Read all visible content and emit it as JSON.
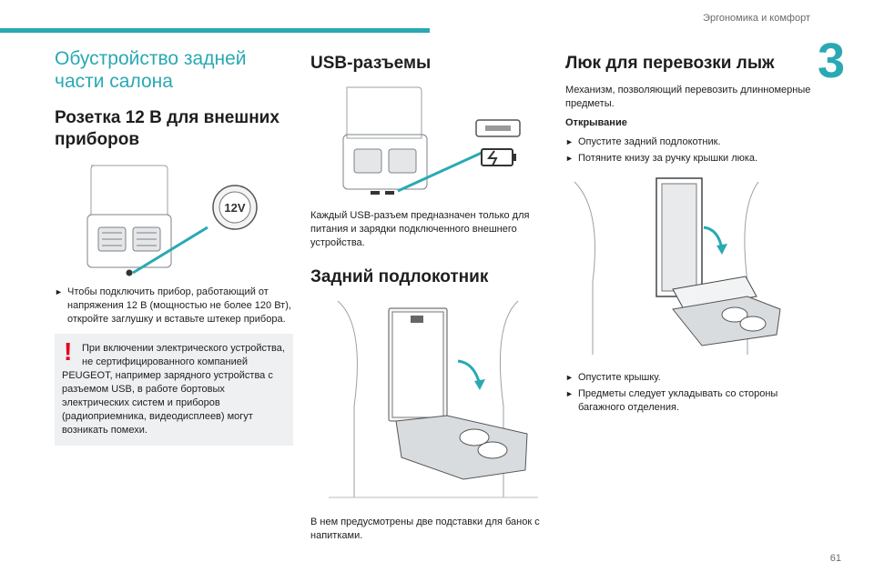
{
  "header": {
    "section": "Эргономика и комфорт",
    "chapter": "3"
  },
  "col1": {
    "main_title": "Обустройство задней части салона",
    "socket_title": "Розетка 12 В для внешних приборов",
    "socket_label": "12V",
    "socket_step": "Чтобы подключить прибор, работающий от напряжения 12 В (мощностью не более 120 Вт), откройте заглушку и вставьте штекер прибора.",
    "warning_line1": "При включении электрического устройства, не сертифицированного компанией",
    "warning_rest": "PEUGEOT, например зарядного устройства с разъемом USB, в работе бортовых электрических систем и приборов (радиоприемника, видеодисплеев) могут возникать помехи."
  },
  "col2": {
    "usb_title": "USB-разъемы",
    "usb_text": "Каждый USB-разъем предназначен только для питания и зарядки подключенного внешнего устройства.",
    "armrest_title": "Задний подлокотник",
    "armrest_text": "В нем предусмотрены две подставки для банок с напитками."
  },
  "col3": {
    "ski_title": "Люк для перевозки лыж",
    "ski_intro": "Механизм, позволяющий перевозить длинномерные предметы.",
    "opening_title": "Открывание",
    "steps_a": [
      "Опустите задний подлокотник.",
      "Потяните книзу за ручку крышки люка."
    ],
    "steps_b": [
      "Опустите крышку.",
      "Предметы следует укладывать со стороны багажного отделения."
    ]
  },
  "footer": {
    "page": "61"
  },
  "colors": {
    "accent": "#2aa9b3",
    "warning": "#e2001a"
  }
}
